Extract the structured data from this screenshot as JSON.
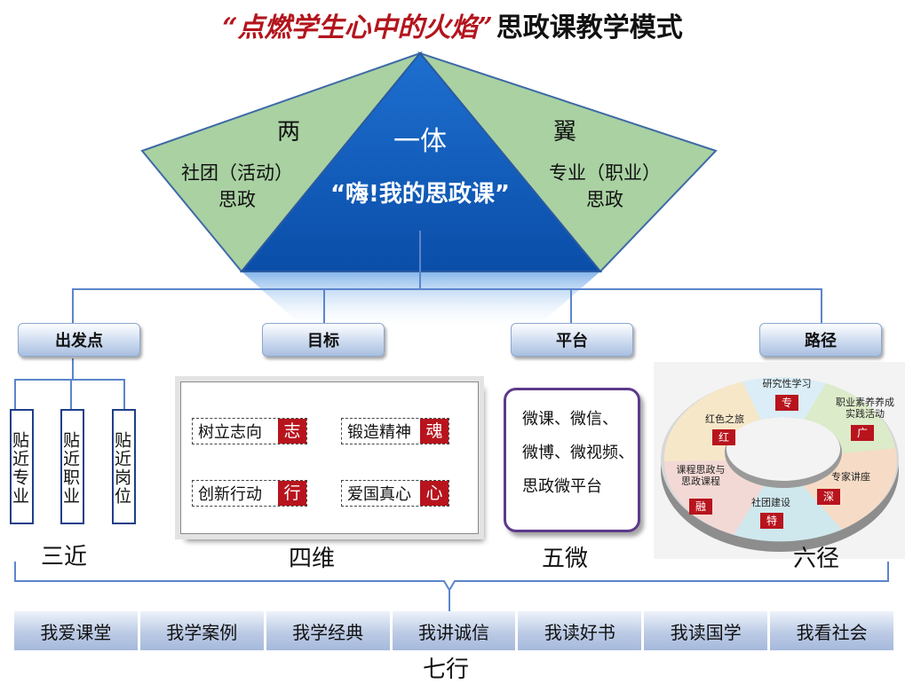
{
  "title": {
    "quote": "“点燃学生心中的火焰”",
    "rest": "思政课教学模式"
  },
  "top": {
    "left_wing_char": "两",
    "left_wing_line1": "社团（活动）",
    "left_wing_line2": "思政",
    "center_title": "一体",
    "center_subtitle": "“嗨!我的思政课”",
    "right_wing_char": "翼",
    "right_wing_line1": "专业（职业）",
    "right_wing_line2": "思政",
    "colors": {
      "wing_fill": "#a8cfa0",
      "triangle_fill": "#0d57b8",
      "connector": "#4472c4"
    }
  },
  "categories": [
    {
      "label": "出发点"
    },
    {
      "label": "目标"
    },
    {
      "label": "平台"
    },
    {
      "label": "路径"
    }
  ],
  "three_near": {
    "items": [
      "贴近专业",
      "贴近职业",
      "贴近岗位"
    ],
    "caption": "三近"
  },
  "four_dim": {
    "steps": [
      {
        "text": "树立志向",
        "tag": "志"
      },
      {
        "text": "锻造精神",
        "tag": "魂"
      },
      {
        "text": "爱国真心",
        "tag": "心"
      },
      {
        "text": "创新行动",
        "tag": "行"
      }
    ],
    "caption": "四维"
  },
  "five_micro": {
    "lines": [
      "微课、微信、",
      "微博、微视频、",
      "思政微平台"
    ],
    "caption": "五微"
  },
  "six_paths": {
    "segments": [
      {
        "label": "研究性学习",
        "tag": "专"
      },
      {
        "label": "职业素养养成\n实践活动",
        "tag": "广"
      },
      {
        "label": "专家讲座",
        "tag": "深"
      },
      {
        "label": "社团建设",
        "tag": "特"
      },
      {
        "label": "课程思政与\n思政课程",
        "tag": "融"
      },
      {
        "label": "红色之旅",
        "tag": "红"
      }
    ],
    "caption": "六径"
  },
  "seven_actions": {
    "items": [
      "我爱课堂",
      "我学案例",
      "我学经典",
      "我讲诚信",
      "我读好书",
      "我读国学",
      "我看社会"
    ],
    "caption": "七行"
  }
}
